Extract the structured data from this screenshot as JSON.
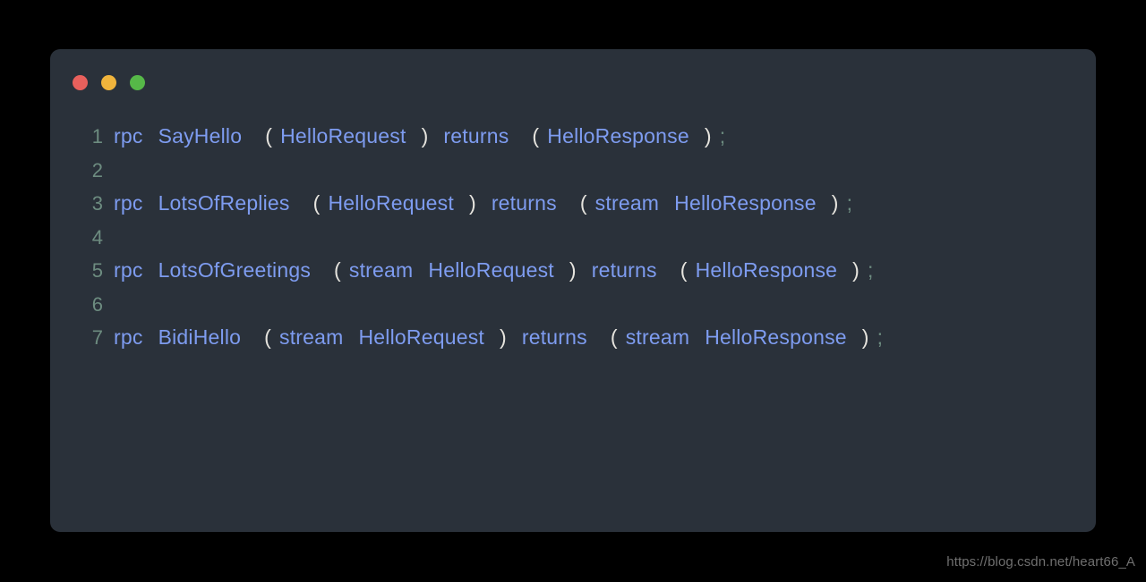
{
  "page": {
    "background_color": "#000000",
    "watermark": "https://blog.csdn.net/heart66_A"
  },
  "code_window": {
    "background_color": "#2a313a",
    "titlebar": {
      "buttons": [
        {
          "name": "close",
          "icon": "close-dot-icon",
          "color": "#e8605c"
        },
        {
          "name": "minimize",
          "icon": "minimize-dot-icon",
          "color": "#f0b43c"
        },
        {
          "name": "maximize",
          "icon": "maximize-dot-icon",
          "color": "#56b848"
        }
      ]
    },
    "language": "protobuf",
    "theme": {
      "keyword_color": "#7e9cf0",
      "identifier_color": "#7e9cf0",
      "paren_color": "#e6e4de",
      "semicolon_color": "#6d8c80",
      "linenumber_color": "#6d8c80"
    },
    "lines": [
      {
        "number": "1",
        "text": "rpc SayHello ( HelloRequest ) returns ( HelloResponse ) ;",
        "tokens": [
          {
            "t": "rpc",
            "k": "kw"
          },
          {
            "t": "SayHello",
            "k": "id"
          },
          {
            "t": "(",
            "k": "paren"
          },
          {
            "t": "HelloRequest",
            "k": "type"
          },
          {
            "t": ")",
            "k": "paren"
          },
          {
            "t": "returns",
            "k": "kw"
          },
          {
            "t": "(",
            "k": "paren"
          },
          {
            "t": "HelloResponse",
            "k": "type"
          },
          {
            "t": ")",
            "k": "paren"
          },
          {
            "t": ";",
            "k": "semi"
          }
        ]
      },
      {
        "number": "2",
        "text": "",
        "tokens": []
      },
      {
        "number": "3",
        "text": "rpc LotsOfReplies ( HelloRequest ) returns ( stream HelloResponse ) ;",
        "tokens": [
          {
            "t": "rpc",
            "k": "kw"
          },
          {
            "t": "LotsOfReplies",
            "k": "id"
          },
          {
            "t": "(",
            "k": "paren"
          },
          {
            "t": "HelloRequest",
            "k": "type"
          },
          {
            "t": ")",
            "k": "paren"
          },
          {
            "t": "returns",
            "k": "kw"
          },
          {
            "t": "(",
            "k": "paren"
          },
          {
            "t": "stream",
            "k": "kw"
          },
          {
            "t": "HelloResponse",
            "k": "type"
          },
          {
            "t": ")",
            "k": "paren"
          },
          {
            "t": ";",
            "k": "semi"
          }
        ]
      },
      {
        "number": "4",
        "text": "",
        "tokens": []
      },
      {
        "number": "5",
        "text": "rpc LotsOfGreetings ( stream HelloRequest ) returns ( HelloResponse ) ;",
        "tokens": [
          {
            "t": "rpc",
            "k": "kw"
          },
          {
            "t": "LotsOfGreetings",
            "k": "id"
          },
          {
            "t": "(",
            "k": "paren"
          },
          {
            "t": "stream",
            "k": "kw"
          },
          {
            "t": "HelloRequest",
            "k": "type"
          },
          {
            "t": ")",
            "k": "paren"
          },
          {
            "t": "returns",
            "k": "kw"
          },
          {
            "t": "(",
            "k": "paren"
          },
          {
            "t": "HelloResponse",
            "k": "type"
          },
          {
            "t": ")",
            "k": "paren"
          },
          {
            "t": ";",
            "k": "semi"
          }
        ]
      },
      {
        "number": "6",
        "text": "",
        "tokens": []
      },
      {
        "number": "7",
        "text": "rpc BidiHello ( stream HelloRequest ) returns ( stream HelloResponse ) ;",
        "tokens": [
          {
            "t": "rpc",
            "k": "kw"
          },
          {
            "t": "BidiHello",
            "k": "id"
          },
          {
            "t": "(",
            "k": "paren"
          },
          {
            "t": "stream",
            "k": "kw"
          },
          {
            "t": "HelloRequest",
            "k": "type"
          },
          {
            "t": ")",
            "k": "paren"
          },
          {
            "t": "returns",
            "k": "kw"
          },
          {
            "t": "(",
            "k": "paren"
          },
          {
            "t": "stream",
            "k": "kw"
          },
          {
            "t": "HelloResponse",
            "k": "type"
          },
          {
            "t": ")",
            "k": "paren"
          },
          {
            "t": ";",
            "k": "semi"
          }
        ]
      }
    ]
  }
}
